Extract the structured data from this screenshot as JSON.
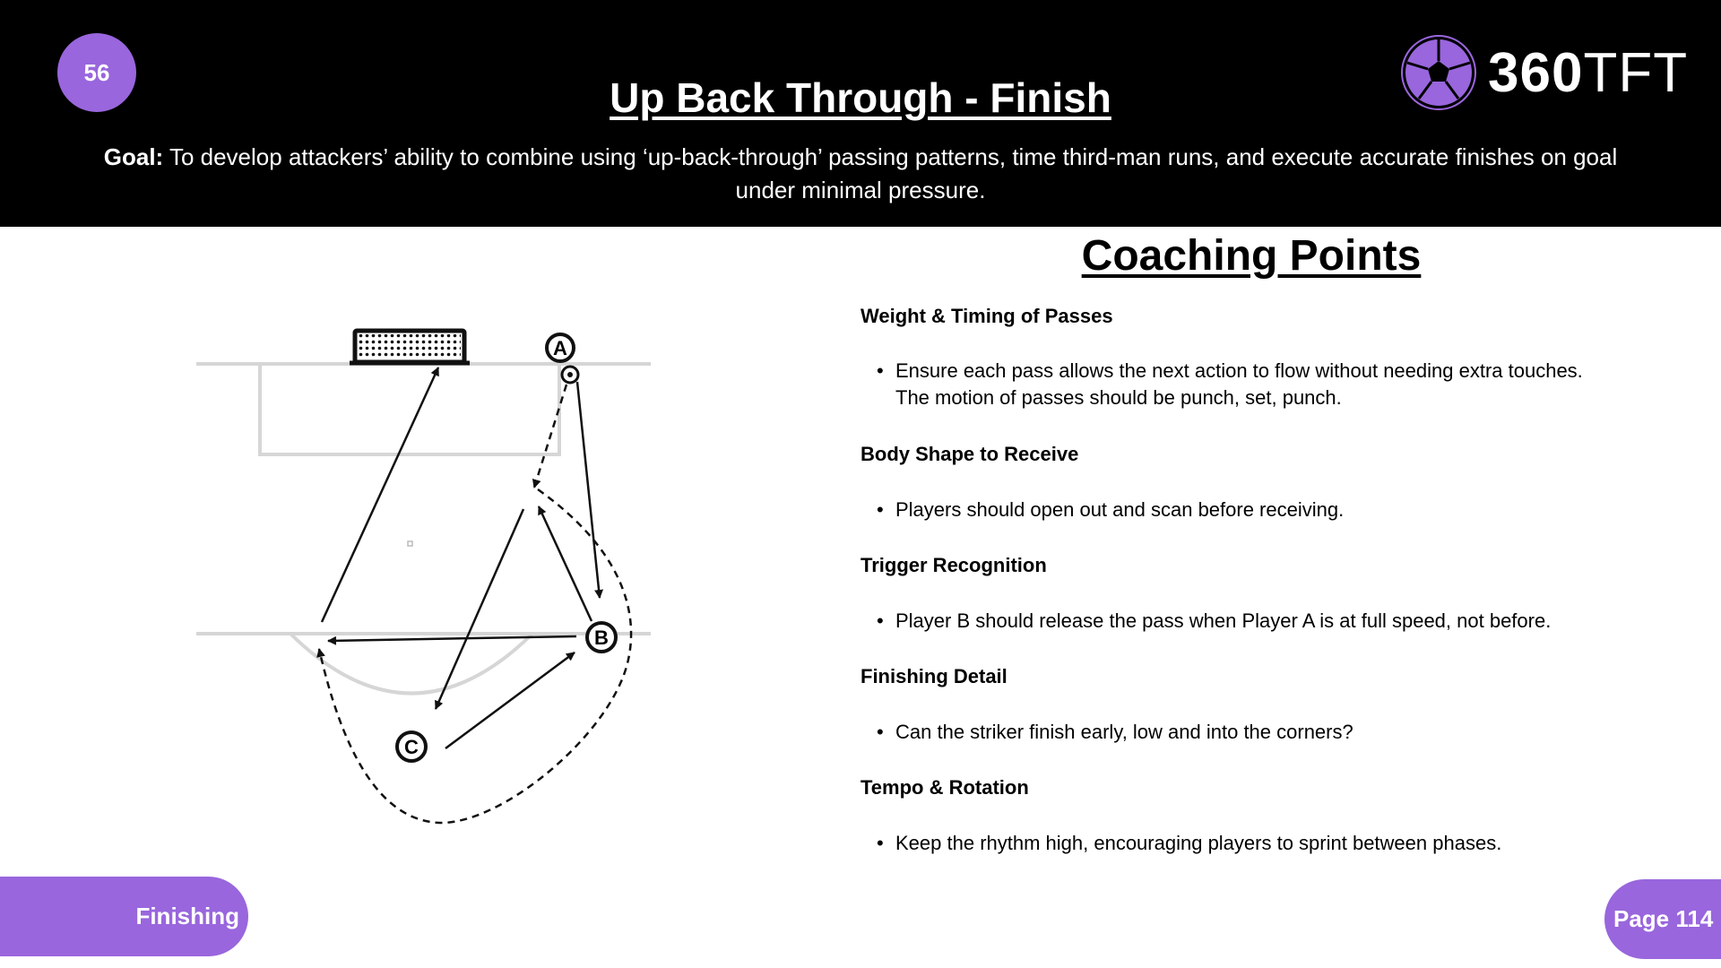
{
  "header": {
    "badge": "56",
    "title": "Up Back Through - Finish",
    "goal_label": "Goal:",
    "goal_text": " To develop attackers’ ability to combine using ‘up-back-through’ passing patterns, time third-man runs, and execute accurate finishes on goal under minimal pressure.",
    "logo": {
      "bold": "360",
      "light": "TFT"
    }
  },
  "diagram": {
    "players": [
      "A",
      "B",
      "C"
    ]
  },
  "coaching": {
    "title": "Coaching Points",
    "sections": [
      {
        "heading": "Weight & Timing of Passes",
        "bullet": "Ensure each pass allows the next action to flow without needing extra touches. The motion of passes should be punch, set, punch."
      },
      {
        "heading": "Body Shape to Receive",
        "bullet": "Players should open out and scan before receiving."
      },
      {
        "heading": "Trigger Recognition",
        "bullet": "Player B should release the pass when Player A is at full speed, not before."
      },
      {
        "heading": "Finishing Detail",
        "bullet": "Can the striker finish early, low and into the corners?"
      },
      {
        "heading": "Tempo & Rotation",
        "bullet": "Keep the rhythm high, encouraging players to sprint between phases."
      }
    ]
  },
  "footer": {
    "category": "Finishing",
    "page": "Page 114"
  },
  "colors": {
    "accent": "#9966dd"
  }
}
